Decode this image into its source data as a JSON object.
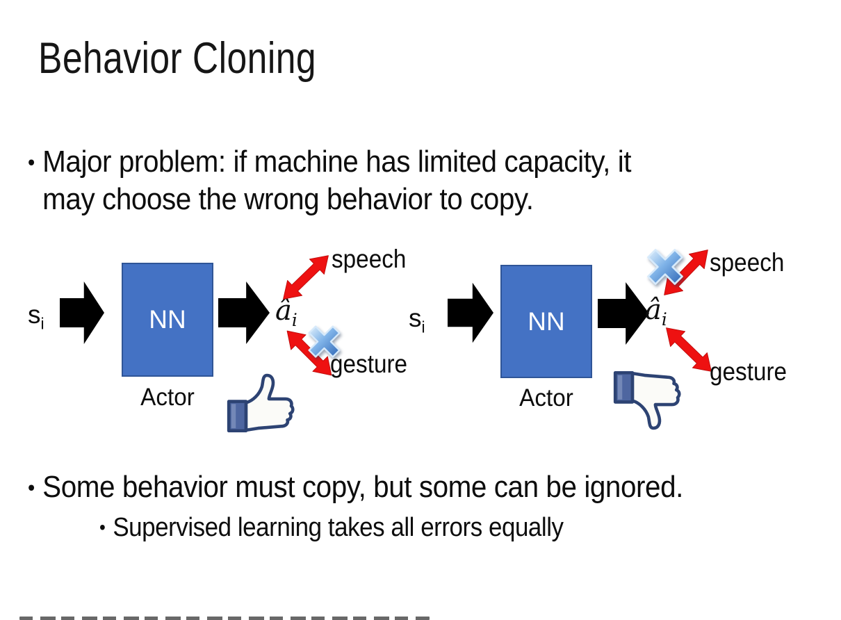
{
  "slide": {
    "title": "Behavior Cloning",
    "bullet1": {
      "marker": "•",
      "line1": "Major problem: if machine has limited capacity, it",
      "line2": "may choose the wrong behavior to copy."
    },
    "bullet2": {
      "marker": "•",
      "text": "Some behavior must copy, but some can be ignored."
    },
    "bullet2_sub": {
      "marker": "•",
      "text": "Supervised learning takes all errors equally"
    }
  },
  "diagrams": {
    "left": {
      "input_base": "s",
      "input_sub": "i",
      "box_label": "NN",
      "box_caption": "Actor",
      "output_base": "â",
      "output_sub": "i",
      "speech_label": "speech",
      "gesture_label": "gesture",
      "crossed_out": "gesture",
      "feedback_icon": "thumbs-up"
    },
    "right": {
      "input_base": "s",
      "input_sub": "i",
      "box_label": "NN",
      "box_caption": "Actor",
      "output_base": "â",
      "output_sub": "i",
      "speech_label": "speech",
      "gesture_label": "gesture",
      "crossed_out": "speech",
      "feedback_icon": "thumbs-down"
    }
  },
  "colors": {
    "background": "#ffffff",
    "text": "#111111",
    "nn_box_fill": "#4472c4",
    "nn_box_border": "#2f5597",
    "nn_box_text": "#ffffff",
    "flow_arrow_black": "#000000",
    "relation_arrow_red": "#ee1111",
    "cross_blue": "#4a86d2",
    "thumb_outline_navy": "#2d4373",
    "thumb_cuff_blue": "#4e66a0"
  }
}
